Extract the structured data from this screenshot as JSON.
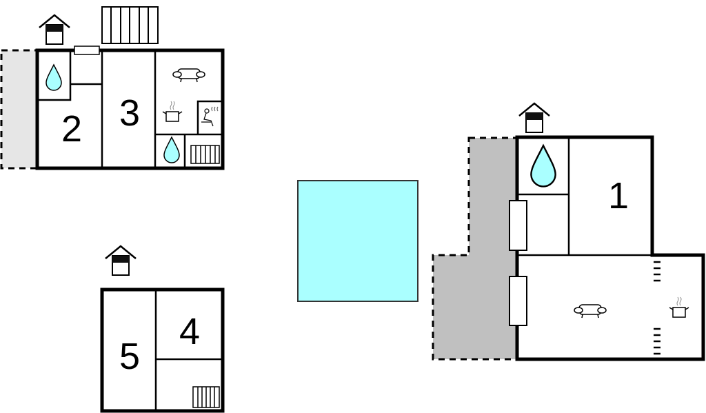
{
  "rooms": {
    "r1": "1",
    "r2": "2",
    "r3": "3",
    "r4": "4",
    "r5": "5"
  },
  "colors": {
    "water": "#aaffff",
    "terrace_light": "#e6e6e6",
    "terrace_dark": "#c0c0c0",
    "wall": "#000000"
  },
  "icons": [
    "house-entrance-icon",
    "water-drop-icon",
    "sofa-icon",
    "cooking-pot-icon",
    "sauna-icon",
    "radiator-icon",
    "stairs-icon",
    "window-icon"
  ]
}
